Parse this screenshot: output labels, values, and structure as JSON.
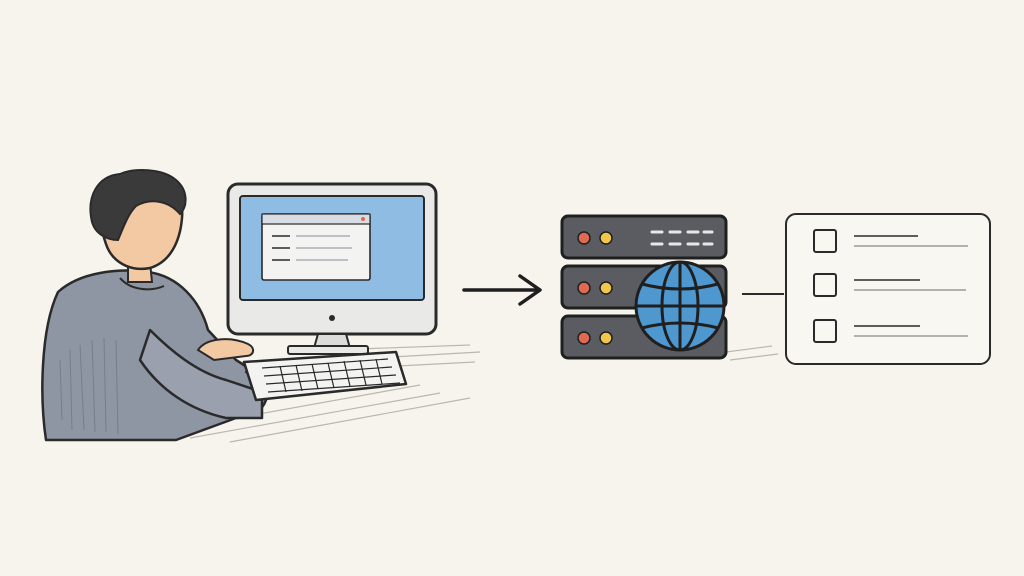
{
  "palette": {
    "background": "#f6f4ec",
    "ink": "#2a2a2a",
    "sweater": "#8e95a3",
    "skin": "#f2c9a3",
    "hair": "#3a3a3a",
    "screen": "#8fbce3",
    "server_body": "#5a5c62",
    "globe": "#4f97cf",
    "led_red": "#e0694f",
    "led_yellow": "#f1c64a"
  },
  "icons": {
    "user": "person-at-computer",
    "computer": "desktop-monitor",
    "keyboard": "keyboard",
    "arrow": "arrow-right",
    "server": "server-rack",
    "globe": "globe",
    "document": "checklist-document"
  },
  "diagram": {
    "server_units": 3,
    "document_rows": 3
  }
}
